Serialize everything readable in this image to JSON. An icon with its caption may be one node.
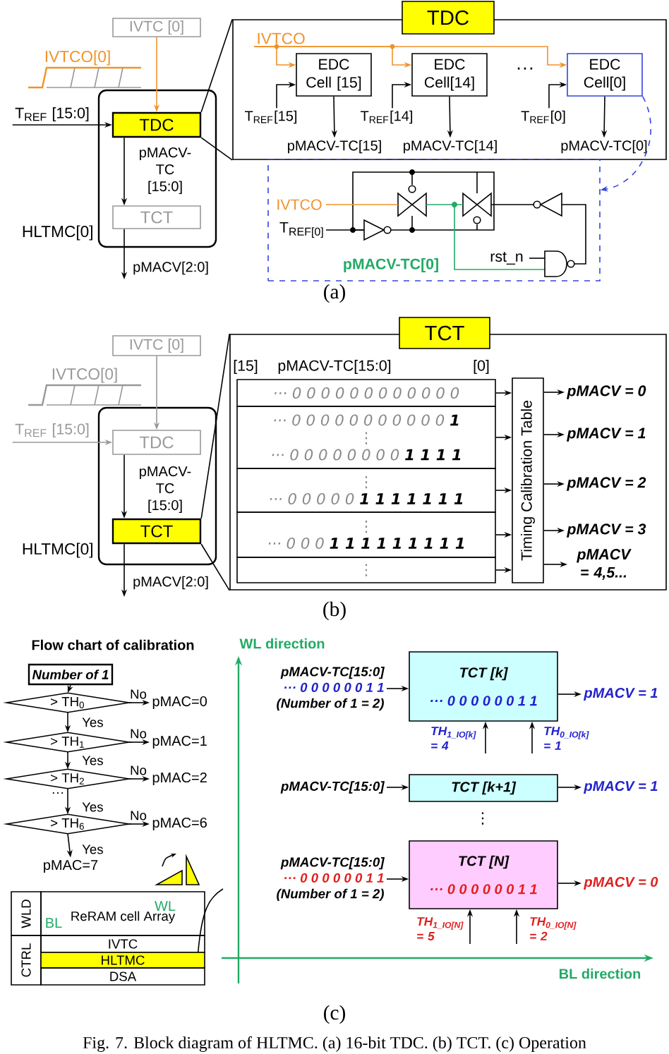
{
  "diagram": {
    "caption": "Fig. 7. Block diagram of HLTMC. (a) 16-bit TDC. (b) TCT. (c) Operation",
    "nodes": [
      {
        "text": [
          "IVTC [0]"
        ]
      },
      {
        "text": [
          "HLTMC[0]"
        ]
      },
      {
        "text": [
          "TDC"
        ],
        "in": 1
      },
      {
        "text": [
          "TCT"
        ],
        "in": 1
      },
      {
        "text": [
          "T$_{REF}$ [15:0]"
        ]
      },
      {
        "text": [
          "TDC"
        ]
      },
      {
        "text": [
          "EDC Cell [15]"
        ],
        "in": 5
      },
      {
        "text": [
          "EDC Cell[14]"
        ],
        "in": 5
      },
      {
        "text": [
          "EDC Cell[0]"
        ],
        "in": 5
      },
      {
        "text": [
          "IVTCO"
        ],
        "in": 5
      },
      {
        "text": [
          "T$_{REF}$[15]"
        ],
        "in": 5
      },
      {
        "text": [
          "T$_{REF}$[14]"
        ],
        "in": 5
      },
      {
        "text": [
          "T$_{REF}$[0]"
        ],
        "in": 5
      },
      {
        "text": [
          "pMACV-TC[15]"
        ],
        "in": 5
      },
      {
        "text": [
          "pMACV-TC[14]"
        ],
        "in": 5
      },
      {
        "text": [
          "pMACV-TC[0]"
        ],
        "in": 5
      },
      {
        "text": [
          "IVTCO",
          "T$_{REF[0]}$",
          "pMACV-TC[0]",
          "rst_n"
        ]
      },
      {
        "text": [
          "IVTC [0]"
        ]
      },
      {
        "text": [
          "HLTMC[0]"
        ]
      },
      {
        "text": [
          "TDC"
        ],
        "in": 18
      },
      {
        "text": [
          "TCT"
        ],
        "in": 18
      },
      {
        "text": [
          "T$_{REF}$ [15:0]"
        ]
      },
      {
        "text": [
          "TCT"
        ]
      },
      {
        "text": [
          "··· 0 0 0 0 0 0 0 0 0 0 0 0"
        ],
        "in": 22
      },
      {
        "text": [
          "··· 0 0 0 0 0 0 0 0 0 0 0 **1**",
          "⋮",
          "··· 0 0 0 0 0 0 0 0 **1 1 1 1**"
        ],
        "in": 22
      },
      {
        "text": [
          "⋮",
          "··· 0 0 0 0 0 **1 1 1 1 1 1 1**"
        ],
        "in": 22
      },
      {
        "text": [
          "⋮",
          "··· 0 0 0 **1 1 1 1 1 1 1 1 1**"
        ],
        "in": 22
      },
      {
        "text": [
          "⋮"
        ],
        "in": 22
      },
      {
        "text": [
          "Timing Calibration Table"
        ],
        "in": 22
      },
      {
        "text": [
          "pMACV = 0"
        ],
        "in": 22
      },
      {
        "text": [
          "pMACV = 1"
        ],
        "in": 22
      },
      {
        "text": [
          "pMACV = 2"
        ],
        "in": 22
      },
      {
        "text": [
          "pMACV = 3"
        ],
        "in": 22
      },
      {
        "text": [
          "pMACV = 4,5..."
        ],
        "in": 22
      },
      {
        "text": [
          "Number of 1"
        ]
      },
      {
        "text": [
          "> TH$_{0}$"
        ]
      },
      {
        "text": [
          "> TH$_{1}$"
        ]
      },
      {
        "text": [
          "> TH$_{2}$"
        ]
      },
      {
        "text": [
          "> TH$_{6}$"
        ]
      },
      {
        "text": [
          "pMAC=0"
        ]
      },
      {
        "text": [
          "pMAC=1"
        ]
      },
      {
        "text": [
          "pMAC=2"
        ]
      },
      {
        "text": [
          "pMAC=6"
        ]
      },
      {
        "text": [
          "pMAC=7"
        ]
      },
      {
        "text": [
          "WLD"
        ]
      },
      {
        "text": [
          "CTRL"
        ]
      },
      {
        "text": [
          "ReRAM cell Array"
        ]
      },
      {
        "text": [
          "IVTC"
        ]
      },
      {
        "text": [
          "HLTMC"
        ]
      },
      {
        "text": [
          "DSA"
        ]
      },
      {
        "text": [
          "pMACV-TC[15:0]",
          "··· 0 0 0 0 0 0 1 1",
          "(Number of 1 = 2)"
        ]
      },
      {
        "text": [
          "TCT [k]",
          "··· 0 0 0 0 0 0 1 1"
        ]
      },
      {
        "text": [
          "pMACV = 1"
        ]
      },
      {
        "text": [
          "pMACV-TC[15:0]"
        ]
      },
      {
        "text": [
          "TCT [k+1]"
        ]
      },
      {
        "text": [
          "pMACV = 1"
        ]
      },
      {
        "text": [
          "pMACV-TC[15:0]",
          "··· 0 0 0 0 0 0 1 1",
          "(Number of 1 = 2)"
        ]
      },
      {
        "text": [
          "TCT [N]",
          "··· 0 0 0 0 0 0 1 1"
        ]
      },
      {
        "text": [
          "pMACV = 0"
        ]
      }
    ],
    "edges": [
      {
        "from": 0,
        "to": 2,
        "arrow": "to",
        "color": "#f0922b"
      },
      {
        "from": 4,
        "to": 2,
        "arrow": "to"
      },
      {
        "from": 2,
        "to": 3,
        "arrow": "to",
        "label": "pMACV-TC [15:0]"
      },
      {
        "from": 3,
        "to": null,
        "arrow": "to",
        "label": "pMACV[2:0]"
      },
      {
        "from": 9,
        "to": 6,
        "arrow": "to",
        "color": "#f0922b"
      },
      {
        "from": 9,
        "to": 7,
        "arrow": "to",
        "color": "#f0922b"
      },
      {
        "from": 9,
        "to": 8,
        "arrow": "to",
        "color": "#f0922b"
      },
      {
        "from": 10,
        "to": 6,
        "arrow": "to"
      },
      {
        "from": 11,
        "to": 7,
        "arrow": "to"
      },
      {
        "from": 12,
        "to": 8,
        "arrow": "to"
      },
      {
        "from": 6,
        "to": 13,
        "arrow": "to"
      },
      {
        "from": 7,
        "to": 14,
        "arrow": "to"
      },
      {
        "from": 8,
        "to": 15,
        "arrow": "to"
      },
      {
        "from": 8,
        "to": 16,
        "arrow": "to",
        "style": "dashed",
        "color": "#3344dd"
      },
      {
        "from": 17,
        "to": 19,
        "arrow": "to",
        "color": "#999999"
      },
      {
        "from": 21,
        "to": 19,
        "arrow": "to",
        "color": "#999999"
      },
      {
        "from": 19,
        "to": 20,
        "arrow": "to",
        "label": "pMACV-TC [15:0]"
      },
      {
        "from": 20,
        "to": null,
        "arrow": "to",
        "label": "pMACV[2:0]"
      },
      {
        "from": 23,
        "to": 28,
        "arrow": "to"
      },
      {
        "from": 24,
        "to": 28,
        "arrow": "to"
      },
      {
        "from": 25,
        "to": 28,
        "arrow": "to"
      },
      {
        "from": 26,
        "to": 28,
        "arrow": "to"
      },
      {
        "from": 27,
        "to": 28,
        "arrow": "to"
      },
      {
        "from": 28,
        "to": 29,
        "arrow": "to"
      },
      {
        "from": 28,
        "to": 30,
        "arrow": "to"
      },
      {
        "from": 28,
        "to": 31,
        "arrow": "to"
      },
      {
        "from": 28,
        "to": 32,
        "arrow": "to"
      },
      {
        "from": 28,
        "to": 33,
        "arrow": "to"
      },
      {
        "from": 34,
        "to": 35,
        "arrow": "to"
      },
      {
        "from": 35,
        "to": 36,
        "arrow": "to",
        "label": "Yes"
      },
      {
        "from": 36,
        "to": 37,
        "arrow": "to",
        "label": "Yes"
      },
      {
        "from": 37,
        "to": 38,
        "arrow": "to",
        "label": "Yes"
      },
      {
        "from": 38,
        "to": 43,
        "arrow": "to",
        "label": "Yes"
      },
      {
        "from": 35,
        "to": 39,
        "arrow": "to",
        "label": "No"
      },
      {
        "from": 36,
        "to": 40,
        "arrow": "to",
        "label": "No"
      },
      {
        "from": 37,
        "to": 41,
        "arrow": "to",
        "label": "No"
      },
      {
        "from": 38,
        "to": 42,
        "arrow": "to",
        "label": "No"
      },
      {
        "from": 48,
        "to": null,
        "arrow": "none"
      },
      {
        "from": 50,
        "to": 51,
        "arrow": "to"
      },
      {
        "from": 51,
        "to": 52,
        "arrow": "to"
      },
      {
        "from": null,
        "to": 51,
        "arrow": "to",
        "label": "TH$_{1_IO[k]}$ = 4"
      },
      {
        "from": null,
        "to": 51,
        "arrow": "to",
        "label": "TH$_{0_IO[k]}$ = 1"
      },
      {
        "from": 53,
        "to": 54,
        "arrow": "to"
      },
      {
        "from": 54,
        "to": 55,
        "arrow": "to"
      },
      {
        "from": 56,
        "to": 57,
        "arrow": "to"
      },
      {
        "from": 57,
        "to": 58,
        "arrow": "to"
      },
      {
        "from": null,
        "to": 57,
        "arrow": "to",
        "label": "TH$_{1_IO[N]}$ = 5"
      },
      {
        "from": null,
        "to": 57,
        "arrow": "to",
        "label": "TH$_{0_IO[N]}$ = 2"
      },
      {
        "from": 2,
        "to": 5,
        "arrow": "none"
      },
      {
        "from": 2,
        "to": 5,
        "arrow": "none"
      },
      {
        "from": 20,
        "to": 22,
        "arrow": "none"
      },
      {
        "from": 20,
        "to": 22,
        "arrow": "none"
      }
    ],
    "labels": [
      "IVTCO[0]",
      "···",
      "(a)",
      "IVTCO[0]",
      "[15]",
      "pMACV-TC[15:0]",
      "[0]",
      "(b)",
      "Flow chart of calibration",
      "WL direction",
      "···",
      "⋮",
      "WL",
      "BL",
      "BL direction",
      "(c)"
    ]
  }
}
